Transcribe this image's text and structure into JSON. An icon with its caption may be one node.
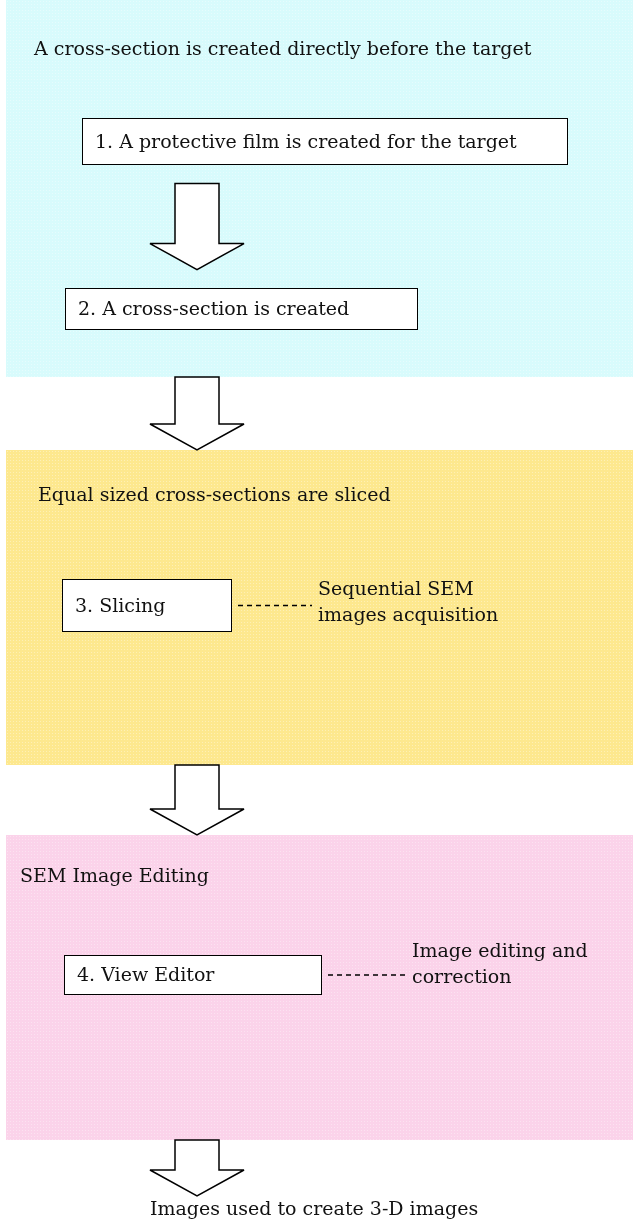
{
  "diagram": {
    "nodes": [
      {
        "text": [
          "A cross-section is created directly before the target"
        ]
      },
      {
        "text": [
          "1. A protective film is created for the target"
        ],
        "in": 0
      },
      {
        "text": [
          "2. A cross-section is created"
        ],
        "in": 0
      },
      {
        "text": [
          "Equal sized cross-sections are sliced"
        ]
      },
      {
        "text": [
          "3. Slicing"
        ],
        "in": 3
      },
      {
        "text": [
          "Sequential SEM images acquisition"
        ],
        "in": 3
      },
      {
        "text": [
          "SEM Image Editing"
        ]
      },
      {
        "text": [
          "4. View Editor"
        ],
        "in": 6
      },
      {
        "text": [
          "Image editing and correction"
        ],
        "in": 6
      },
      {
        "text": [
          "Images used to create 3-D images"
        ]
      }
    ],
    "edges": [
      {
        "from": 1,
        "to": 2,
        "arrow": "to"
      },
      {
        "from": 0,
        "to": 3,
        "arrow": "to"
      },
      {
        "from": 3,
        "to": 6,
        "arrow": "to"
      },
      {
        "from": 6,
        "to": 9,
        "arrow": "to"
      },
      {
        "from": 4,
        "to": 5,
        "arrow": "none",
        "style": "dashed"
      },
      {
        "from": 7,
        "to": 8,
        "arrow": "none",
        "style": "dashed"
      }
    ]
  }
}
